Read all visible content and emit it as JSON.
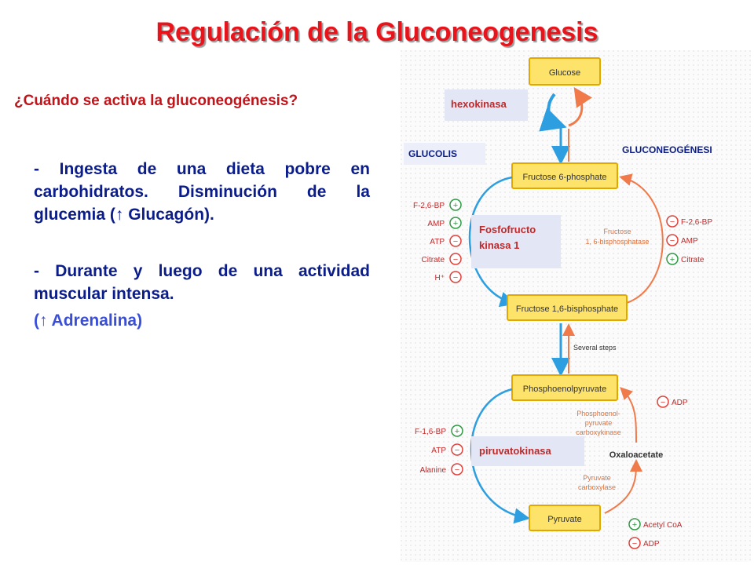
{
  "title": "Regulación de la Gluconeogenesis",
  "question": "¿Cuándo se activa la gluconeogénesis?",
  "bullets": [
    "Ingesta de una dieta pobre en carbohidratos. Disminución de la glucemia (↑ Glucagón).",
    "Durante y luego de una actividad muscular intensa."
  ],
  "adrenalina": "(↑ Adrenalina)",
  "diagram": {
    "metabolites": {
      "glucose": "Glucose",
      "f6p": "Fructose 6-phosphate",
      "f16bp": "Fructose 1,6-bisphosphate",
      "pep": "Phosphoenolpyruvate",
      "oxaloacetate": "Oxaloacetate",
      "pyruvate": "Pyruvate"
    },
    "enzymes": {
      "hexokinase": "hexokinasa",
      "pfk1_a": "Fosfofructo",
      "pfk1_b": "kinasa 1",
      "fbpase_a": "Fructose",
      "fbpase_b": "1, 6-bisphosphatase",
      "several_steps": "Several steps",
      "pepck_a": "Phosphoenol-",
      "pepck_b": "pyruvate",
      "pepck_c": "carboxykinase",
      "piruvatokinasa": "piruvatokinasa",
      "pcarb_a": "Pyruvate",
      "pcarb_b": "carboxylase"
    },
    "pathways": {
      "glucolisis": "GLUCOLIS",
      "gluconeogenesis": "GLUCONEOGÉNESI"
    },
    "regulators_left_top": [
      {
        "name": "F-2,6-BP",
        "sign": "+"
      },
      {
        "name": "AMP",
        "sign": "+"
      },
      {
        "name": "ATP",
        "sign": "−"
      },
      {
        "name": "Citrate",
        "sign": "−"
      },
      {
        "name": "H⁺",
        "sign": "−"
      }
    ],
    "regulators_right_top": [
      {
        "name": "F-2,6-BP",
        "sign": "−"
      },
      {
        "name": "AMP",
        "sign": "−"
      },
      {
        "name": "Citrate",
        "sign": "+"
      }
    ],
    "regulators_left_bottom": [
      {
        "name": "F-1,6-BP",
        "sign": "+"
      },
      {
        "name": "ATP",
        "sign": "−"
      },
      {
        "name": "Alanine",
        "sign": "−"
      }
    ],
    "regulator_pepck": {
      "name": "ADP",
      "sign": "−"
    },
    "regulators_pyruvate_carboxylase": [
      {
        "name": "Acetyl CoA",
        "sign": "+"
      },
      {
        "name": "ADP",
        "sign": "−"
      }
    ],
    "colors": {
      "box_fill": "#fde36a",
      "box_stroke": "#e0a800",
      "glycolysis_arrow": "#2d9ee0",
      "gluconeogenesis_arrow": "#f07a4a",
      "enzyme_box": "#e2e6f5",
      "positive": "#2f9a43",
      "negative": "#e0403a"
    }
  }
}
